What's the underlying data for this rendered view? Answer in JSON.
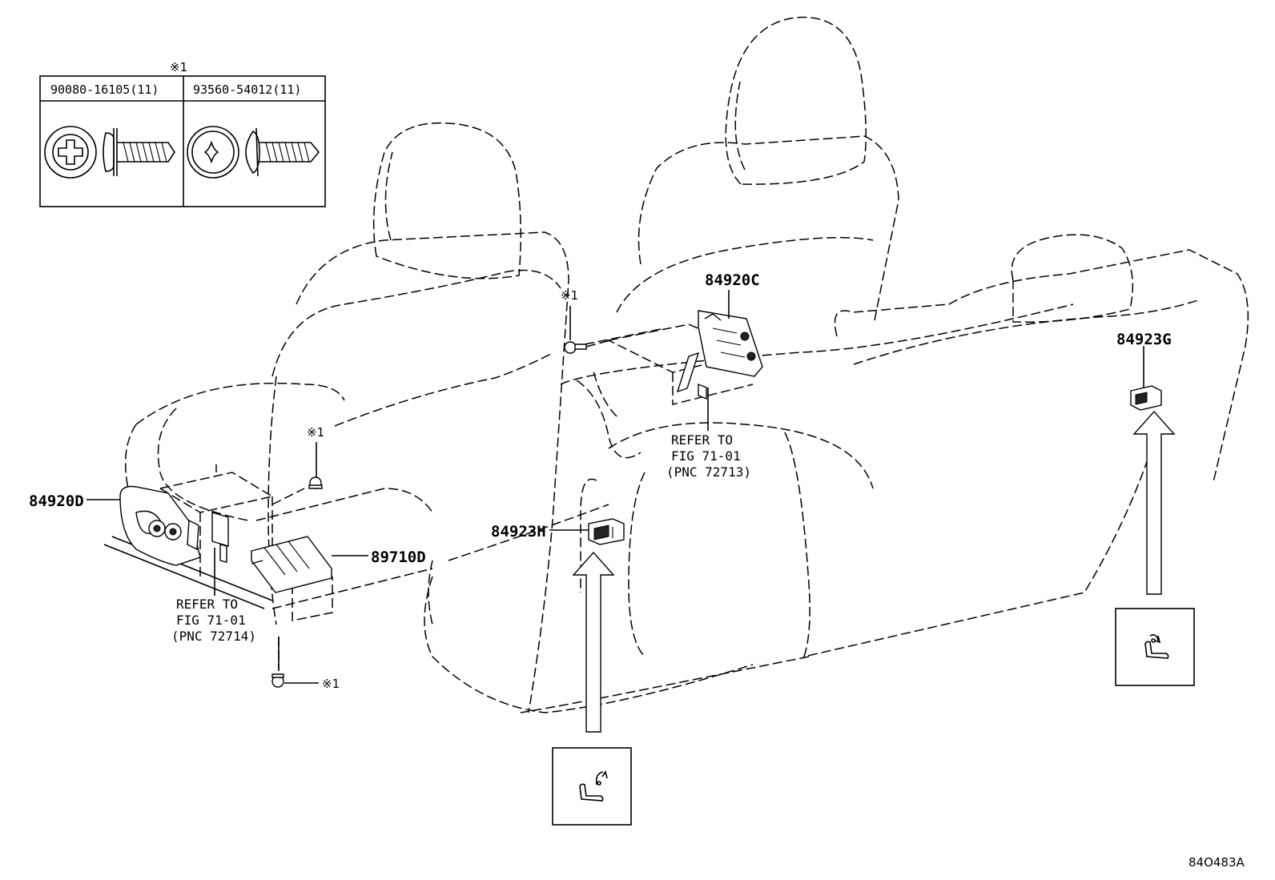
{
  "fastener_table": {
    "note_mark": "※1",
    "columns": [
      {
        "part_number": "90080-16105(11)",
        "icon": "washer-head-screw-icon"
      },
      {
        "part_number": "93560-54012(11)",
        "icon": "pan-head-screw-icon"
      }
    ]
  },
  "callouts": {
    "p84920D": "84920D",
    "p89710D": "89710D",
    "p84923H": "84923H",
    "p84920C": "84920C",
    "p84923G": "84923G"
  },
  "fastener_marks": {
    "front_bolt": "※1",
    "front_lower_bolt": "※1",
    "rear_bolt": "※1"
  },
  "references": {
    "front": {
      "line1": "REFER TO",
      "line2": "FIG 71-01",
      "line3": "(PNC 72714)"
    },
    "rear": {
      "line1": "REFER TO",
      "line2": "FIG 71-01",
      "line3": "(PNC 72713)"
    }
  },
  "view_boxes": [
    {
      "icon": "seat-recline-forward-icon"
    },
    {
      "icon": "seat-recline-back-icon"
    }
  ],
  "drawing_code": "84O483A"
}
